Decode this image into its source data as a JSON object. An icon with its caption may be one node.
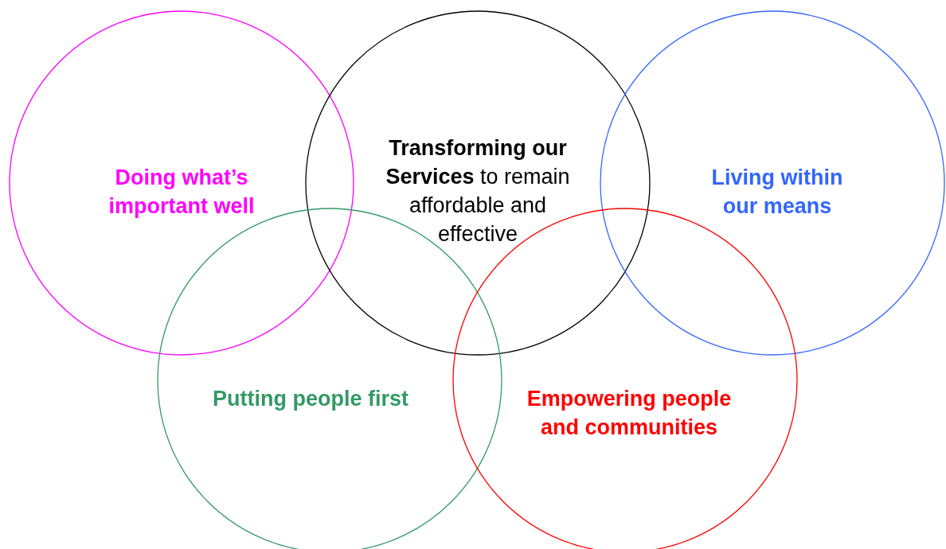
{
  "diagram": {
    "nodes": [
      {
        "text": [
          "Doing what’s important well"
        ]
      },
      {
        "text": [
          "**Transforming our Services** to remain affordable and effective"
        ]
      },
      {
        "text": [
          "Living within our means"
        ]
      },
      {
        "text": [
          "Putting people first"
        ]
      },
      {
        "text": [
          "Empowering people and communities"
        ]
      }
    ]
  }
}
